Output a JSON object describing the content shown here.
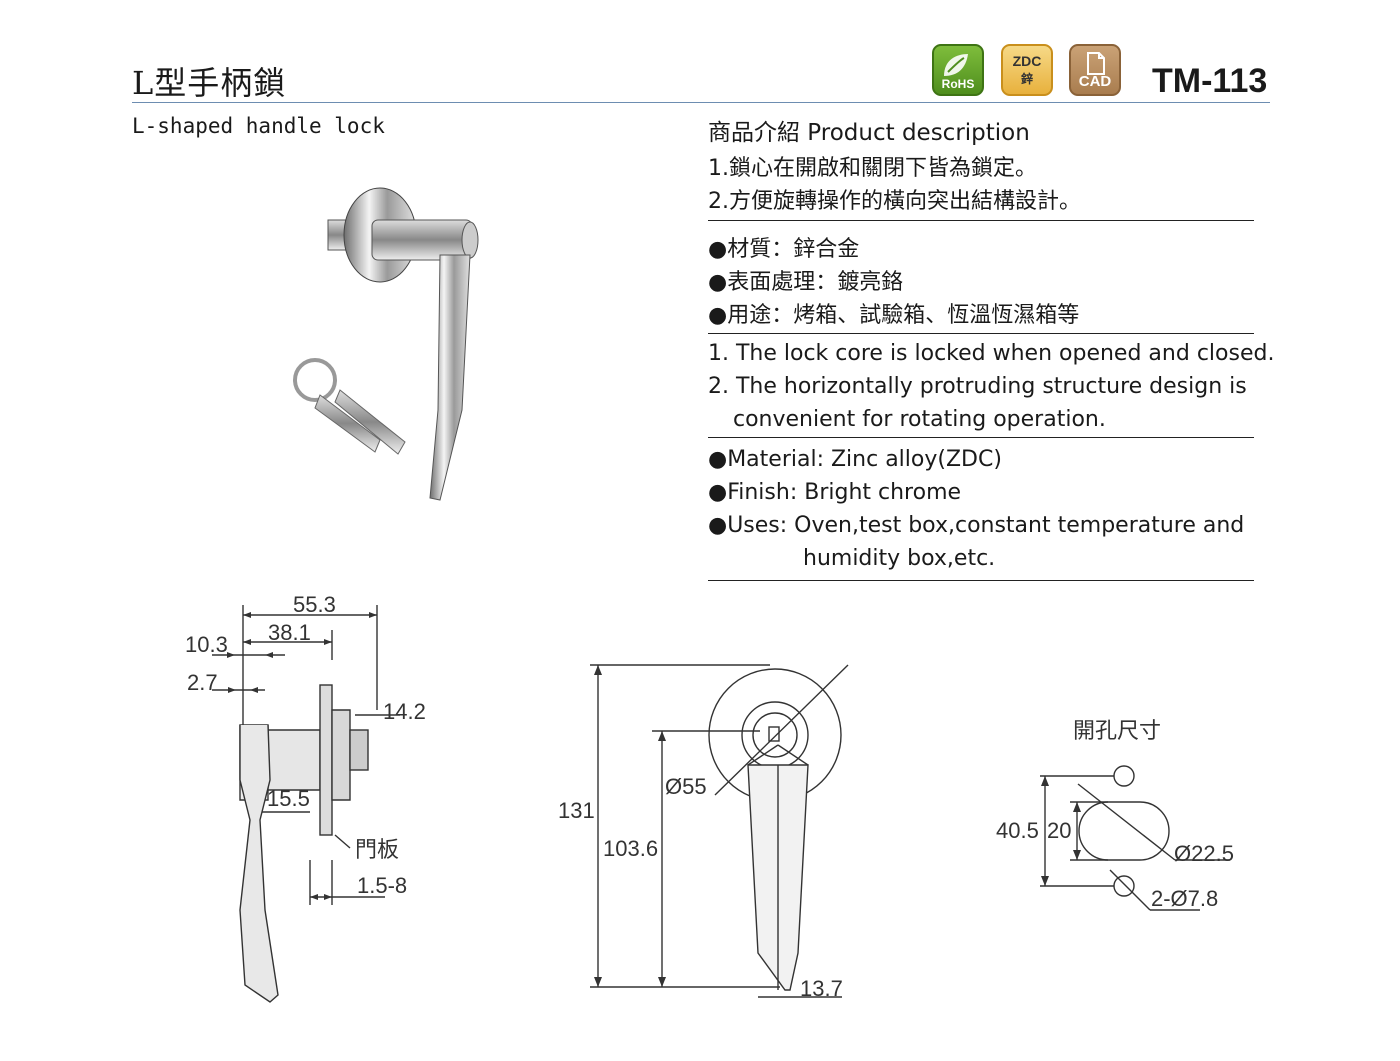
{
  "header": {
    "title_cn": "L型手柄鎖",
    "title_en": "L-shaped handle lock",
    "model": "TM-113",
    "badges": [
      {
        "name": "rohs",
        "label": "RoHS"
      },
      {
        "name": "zdc",
        "label": "ZDC",
        "sub": "鋅"
      },
      {
        "name": "cad",
        "label": "CAD"
      }
    ]
  },
  "description": {
    "heading": "商品介紹 Product description",
    "cn_features": [
      "1.鎖心在開啟和關閉下皆為鎖定。",
      "2.方便旋轉操作的橫向突出結構設計。"
    ],
    "cn_specs": [
      "●材質：鋅合金",
      "●表面處理：鍍亮鉻",
      "●用途：烤箱、試驗箱、恆溫恆濕箱等"
    ],
    "en_features": [
      "1. The lock core is locked when opened and closed.",
      "2. The horizontally protruding structure design is",
      "convenient for rotating operation."
    ],
    "en_specs": [
      "●Material: Zinc alloy(ZDC)",
      "●Finish: Bright chrome",
      "●Uses: Oven,test box,constant temperature and",
      "humidity box,etc."
    ]
  },
  "side_view": {
    "dim_55_3": "55.3",
    "dim_38_1": "38.1",
    "dim_10_3": "10.3",
    "dim_2_7": "2.7",
    "dim_14_2": "14.2",
    "dim_15_5": "15.5",
    "door_panel": "門板",
    "dim_1_5_8": "1.5-8"
  },
  "front_view": {
    "dim_131": "131",
    "dim_103_6": "103.6",
    "dim_55": "Ø55",
    "dim_13_7": "13.7"
  },
  "cutout": {
    "title": "開孔尺寸",
    "dim_40_5": "40.5",
    "dim_20": "20",
    "dim_22_5": "Ø22.5",
    "dim_2_7_8": "2-Ø7.8"
  }
}
